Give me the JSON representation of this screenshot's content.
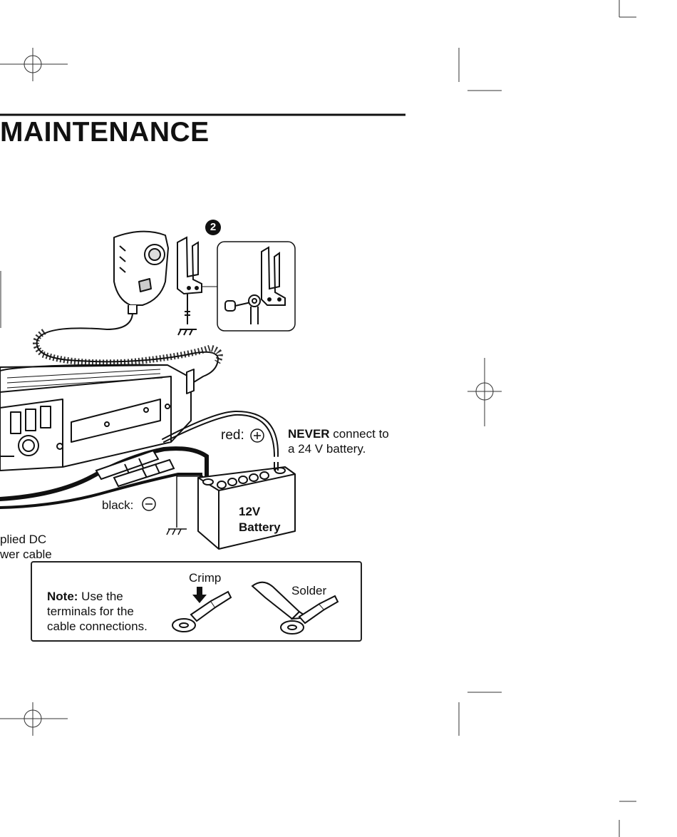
{
  "header": {
    "title": "MAINTENANCE"
  },
  "figure": {
    "step_marker": "2",
    "red_label": "red:",
    "red_symbol": "+",
    "black_label": "black:",
    "black_symbol": "−",
    "warning_bold": "NEVER",
    "warning_rest_line1": " connect to",
    "warning_line2": "a 24 V battery.",
    "battery_line1": "12V",
    "battery_line2": "Battery",
    "cable_label_line1": "plied DC",
    "cable_label_line2": "wer cable"
  },
  "note": {
    "label": "Note:",
    "text_line1": " Use the",
    "text_line2": "terminals for the",
    "text_line3": "cable connections.",
    "crimp_label": "Crimp",
    "solder_label": "Solder"
  }
}
